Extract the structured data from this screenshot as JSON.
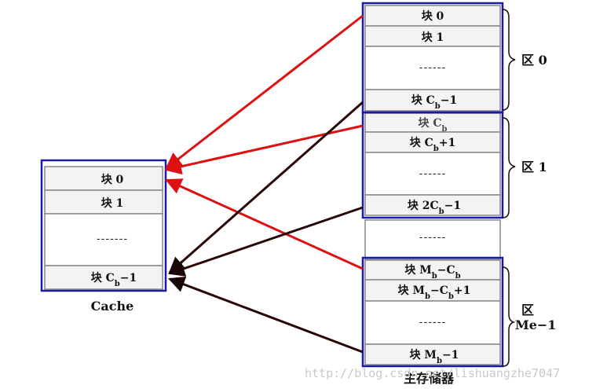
{
  "cache": {
    "title": "Cache",
    "cells": [
      {
        "main": "块 0",
        "sub": "",
        "tail": ""
      },
      {
        "main": "块 1",
        "sub": "",
        "tail": ""
      },
      {
        "main": "-------",
        "sub": "",
        "tail": ""
      },
      {
        "main": "块 C",
        "sub": "b",
        "tail": "−1"
      }
    ]
  },
  "main_memory": {
    "title": "主存储器",
    "regions": [
      {
        "label": "区 0",
        "cells": [
          {
            "main": "块 0",
            "sub": "",
            "tail": ""
          },
          {
            "main": "块 1",
            "sub": "",
            "tail": ""
          },
          {
            "main": "------",
            "sub": "",
            "tail": ""
          },
          {
            "main": "块 C",
            "sub": "b",
            "tail": "−1"
          }
        ]
      },
      {
        "label": "区 1",
        "cells": [
          {
            "main": "块 C",
            "sub": "b",
            "tail": ""
          },
          {
            "main": "块 C",
            "sub": "b",
            "tail": "+1"
          },
          {
            "main": "------",
            "sub": "",
            "tail": ""
          },
          {
            "main": "块 2C",
            "sub": "b",
            "tail": "−1"
          }
        ]
      },
      {
        "label": "区",
        "label_line2": "Me−1",
        "cells": [
          {
            "main": "块 M",
            "sub": "b",
            "tail": "−C",
            "sub2": "b",
            "tail2": ""
          },
          {
            "main": "块 M",
            "sub": "b",
            "tail": "−C",
            "sub2": "b",
            "tail2": "+1"
          },
          {
            "main": "------",
            "sub": "",
            "tail": "",
            "sub2": "",
            "tail2": ""
          },
          {
            "main": "块 M",
            "sub": "b",
            "tail": "−1",
            "sub2": "",
            "tail2": ""
          }
        ]
      }
    ],
    "gap_text": "------"
  },
  "watermark": "http://blog.csdn.net/lishuangzhe7047",
  "colors": {
    "box_border": "#1a1aa8",
    "cell_fill": "#f3f3f3",
    "cell_line": "#888888",
    "red_arrow": "#dd1111",
    "dark_arrow": "#3a0c0c"
  }
}
